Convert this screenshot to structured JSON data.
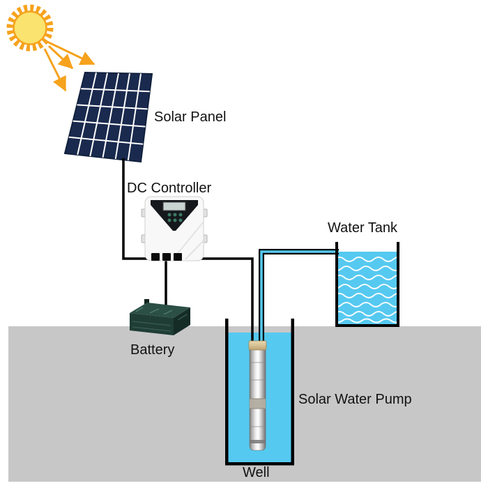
{
  "labels": {
    "solar_panel": "Solar Panel",
    "dc_controller": "DC Controller",
    "battery": "Battery",
    "water_tank": "Water Tank",
    "solar_water_pump": "Solar Water Pump",
    "well": "Well"
  },
  "colors": {
    "background": "#ffffff",
    "ground": "#c7c7c7",
    "water": "#56c9f0",
    "wave": "#ffffff",
    "wire": "#000000",
    "panel_cell": "#1a2a4e",
    "panel_grid": "#ffffff",
    "sun_core": "#fae36e",
    "sun_rays": "#f6a21d",
    "arrow": "#f6a21d",
    "battery_front": "#1f3d35",
    "battery_top": "#2b4f45",
    "battery_side": "#152c26",
    "controller_body": "#f8f8f8",
    "controller_panel": "#15181c",
    "pump_cap": "#d6c193"
  },
  "connections": [
    {
      "from": "Sun",
      "to": "Solar Panel",
      "kind": "sunlight"
    },
    {
      "from": "Solar Panel",
      "to": "DC Controller",
      "kind": "cable"
    },
    {
      "from": "DC Controller",
      "to": "Battery",
      "kind": "cable"
    },
    {
      "from": "DC Controller",
      "to": "Solar Water Pump",
      "kind": "cable"
    },
    {
      "from": "Solar Water Pump",
      "to": "Water Tank",
      "kind": "water-pipe"
    }
  ]
}
